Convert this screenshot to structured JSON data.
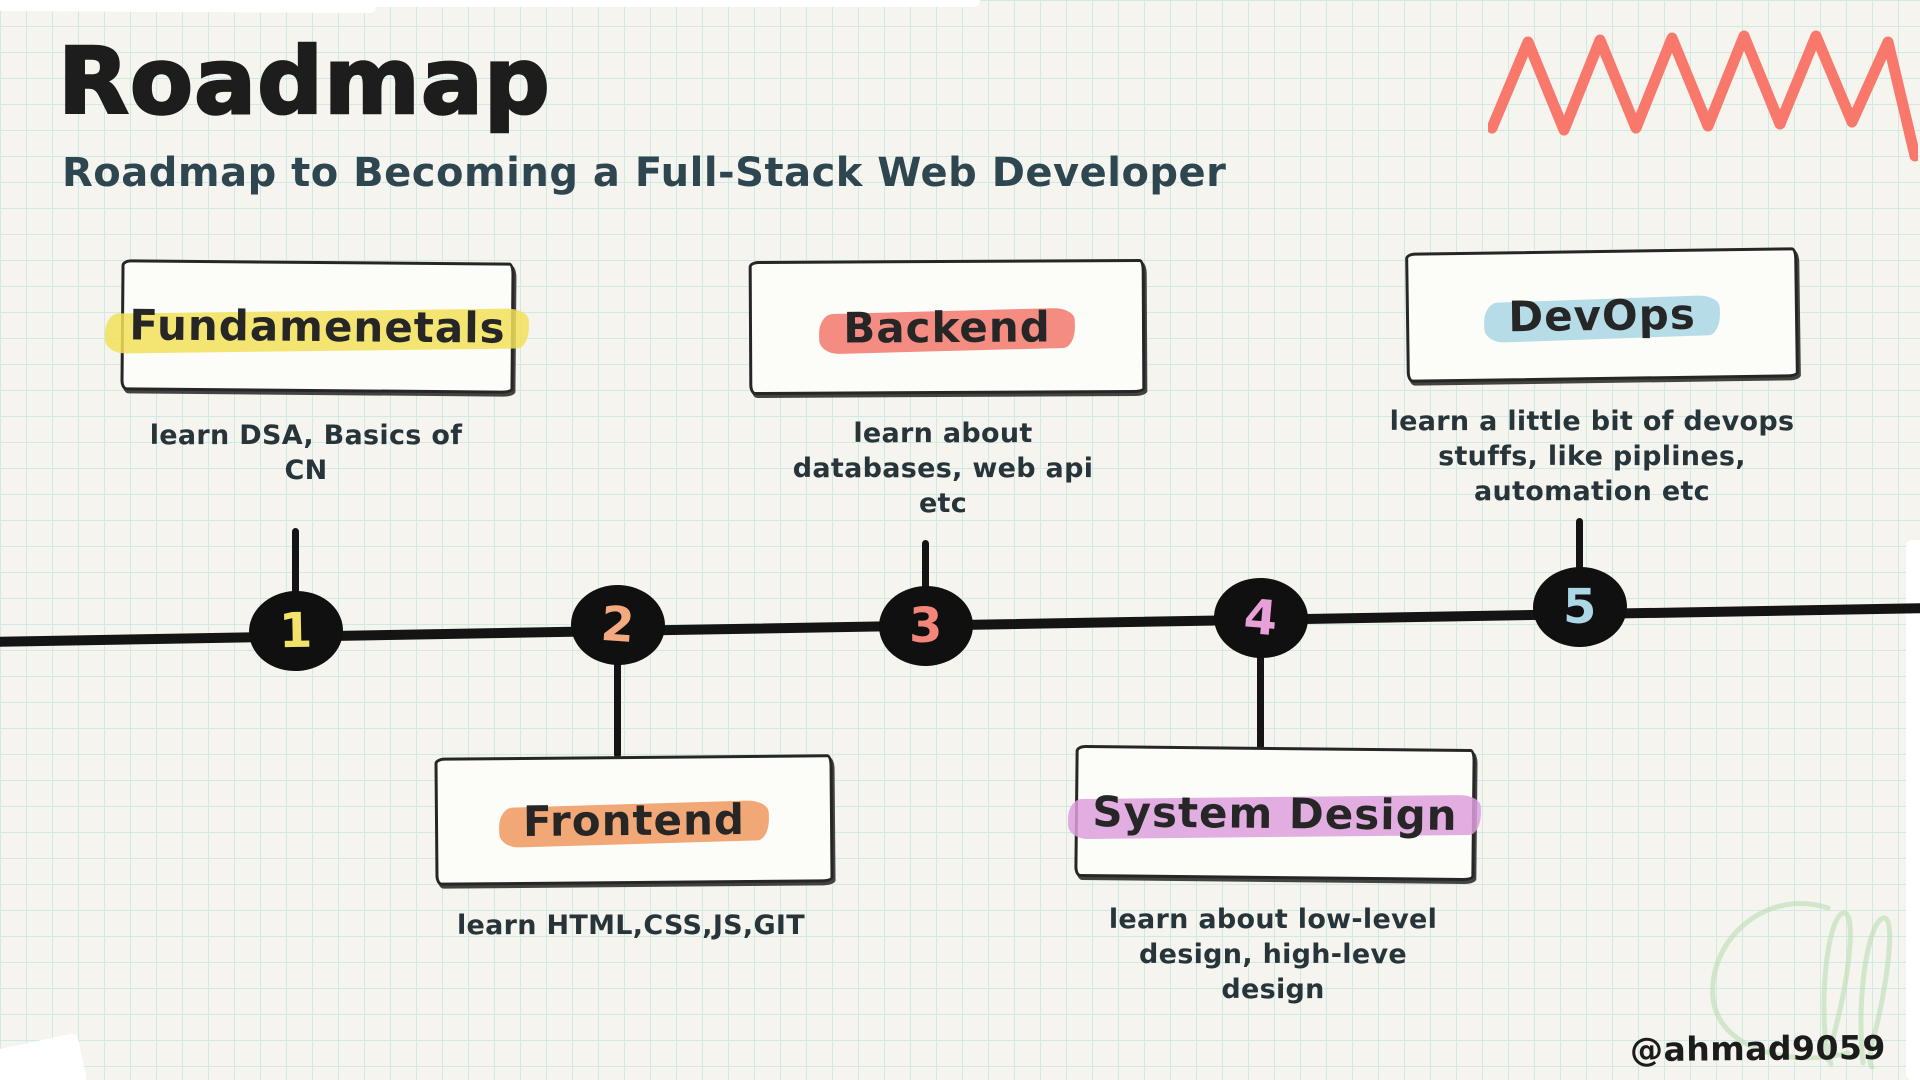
{
  "header": {
    "title": "Roadmap",
    "subtitle": "Roadmap to Becoming a Full-Stack Web Developer"
  },
  "milestones": [
    {
      "number": "1",
      "label": "Fundamenetals",
      "description": "learn DSA, Basics of\nCN",
      "position": "above",
      "highlight_color": "#f2e15c",
      "number_color": "#f3e36a"
    },
    {
      "number": "2",
      "label": "Frontend",
      "description": "learn HTML,CSS,JS,GIT",
      "position": "below",
      "highlight_color": "#f0985f",
      "number_color": "#f4a97e"
    },
    {
      "number": "3",
      "label": "Backend",
      "description": "learn about\ndatabases, web api\netc",
      "position": "above",
      "highlight_color": "#f2786d",
      "number_color": "#f4857b"
    },
    {
      "number": "4",
      "label": "System Design",
      "description": "learn about low-level\ndesign, high-leve\ndesign",
      "position": "below",
      "highlight_color": "#dd9fdd",
      "number_color": "#e8a0d8"
    },
    {
      "number": "5",
      "label": "DevOps",
      "description": "learn a little bit of devops\nstuffs, like piplines,\nautomation etc",
      "position": "above",
      "highlight_color": "#a9d6e4",
      "number_color": "#abd7e6"
    }
  ],
  "decorations": {
    "zigzag_color": "#f8796c",
    "signature_color": "#b7dcb0"
  },
  "watermark": "@ahmad9059",
  "colors": {
    "timeline": "#141414",
    "node_fill": "#101010",
    "title": "#1d1d1d",
    "subtitle": "#2e4650",
    "body_text": "#273439"
  }
}
